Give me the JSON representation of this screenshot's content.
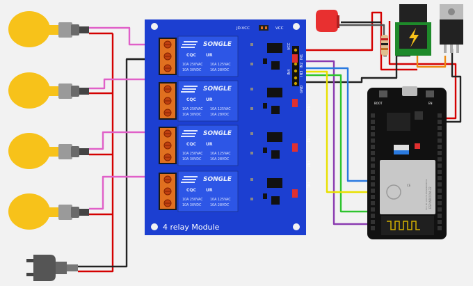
{
  "module": {
    "title": "4 relay Module",
    "jd_vcc": "JD-VCC",
    "vcc": "VCC",
    "pins": [
      "VCC",
      "IN1",
      "IN2",
      "IN3",
      "IN4",
      "GND"
    ],
    "channel_labels": [
      "IN4",
      "IN3",
      "IN2",
      "IN1"
    ],
    "relay": {
      "brand": "SONGLE",
      "cert_left": "CQC",
      "cert_right": "UR",
      "spec_ac": "10A 250VAC",
      "spec_dc": "10A 30VDC",
      "spec_ac2": "10A 125VAC",
      "spec_dc2": "10A 28VDC"
    }
  },
  "esp32": {
    "boot": "BOOT",
    "en": "EN",
    "shield_text": "ESP-WROOM-32",
    "shield_cert": "CE",
    "shield_fcc": "FCC ID: 2AC7Z-ESPWROOM32"
  },
  "colors": {
    "board": "#1c3fd1",
    "wire_red": "#d40000",
    "wire_black": "#222222",
    "wire_pink": "#e060c8",
    "wire_yellow": "#e8e000",
    "wire_green": "#2ec42e",
    "wire_blue": "#2a7ae0",
    "wire_purple": "#8a3ab0",
    "wire_orange": "#ee8a10",
    "bulb": "#f7c21a"
  },
  "icons": [
    "bulb-icon",
    "plug-icon",
    "led-icon",
    "lightning-icon",
    "regulator-icon",
    "resistor-icon",
    "wifi-icon"
  ]
}
